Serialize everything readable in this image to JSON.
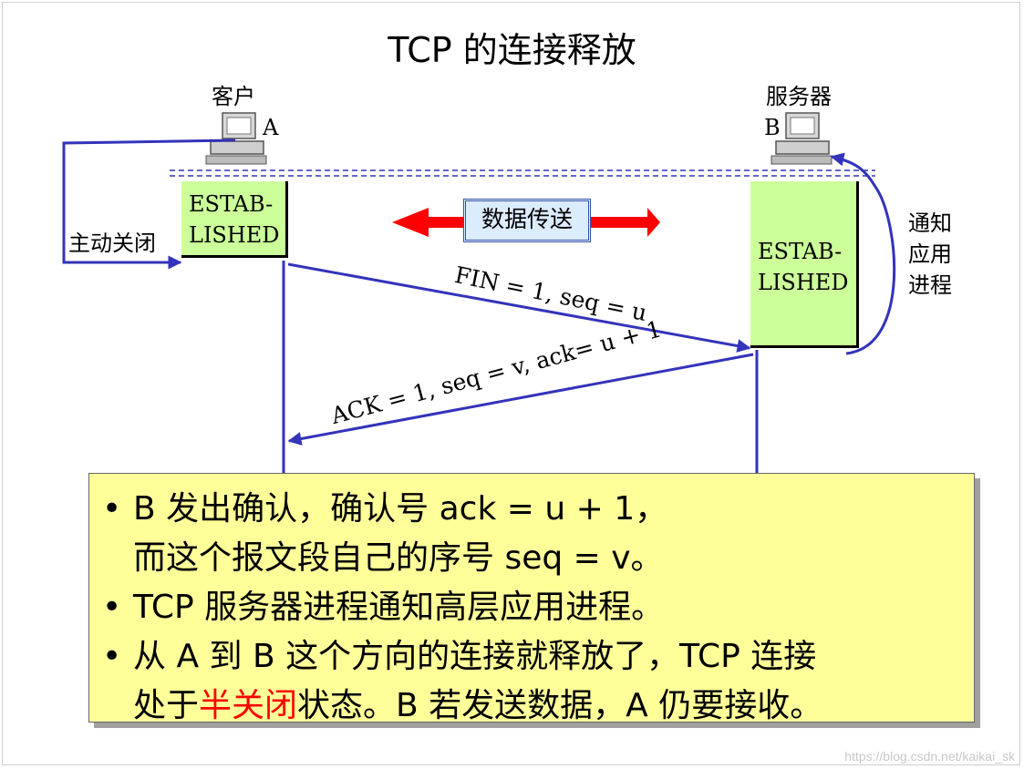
{
  "title": "TCP 的连接释放",
  "client": {
    "label": "客户",
    "id": "A",
    "state_line1": "ESTAB-",
    "state_line2": "LISHED"
  },
  "server": {
    "label": "服务器",
    "id": "B",
    "state_line1": "ESTAB-",
    "state_line2": "LISHED"
  },
  "actions": {
    "active_close": "主动关闭",
    "notify_line1": "通知",
    "notify_line2": "应用",
    "notify_line3": "进程"
  },
  "data_transfer": "数据传送",
  "messages": {
    "fin": "FIN = 1, seq = u",
    "ack": "ACK = 1, seq = v, ack= u +  1"
  },
  "notes": {
    "bullet": "•",
    "n1_line1": "B 发出确认，确认号 ack = u +  1，",
    "n1_line2": "而这个报文段自己的序号 seq = v。",
    "n2": "TCP 服务器进程通知高层应用进程。",
    "n3_line1": "从 A 到 B 这个方向的连接就释放了，TCP 连接",
    "n3_line2_before": "处于",
    "n3_line2_highlight": "半关闭",
    "n3_line2_after": "状态。B 若发送数据，A 仍要接收。"
  },
  "watermark": "https://blog.csdn.net/kaikai_sk",
  "colors": {
    "arrow_blue": "#3333bb",
    "state_green": "#ccff99",
    "note_yellow": "#ffff99",
    "data_arrow_red": "#ff0000",
    "highlight_red": "#ff0000"
  }
}
